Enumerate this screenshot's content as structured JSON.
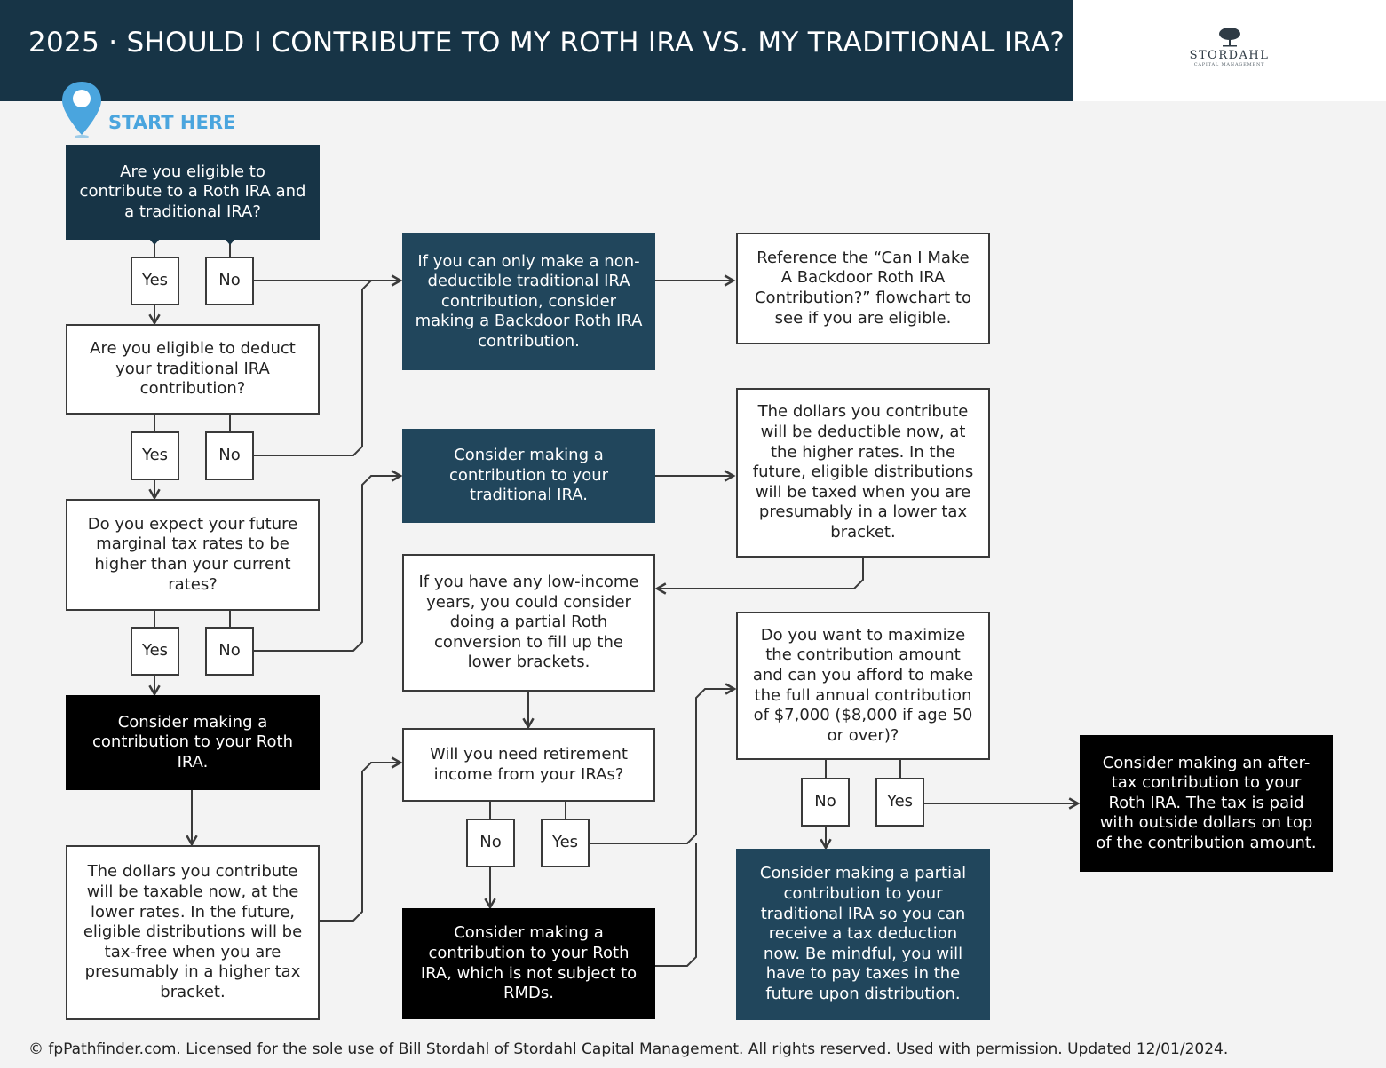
{
  "header": {
    "title": "2025 · SHOULD I CONTRIBUTE TO MY ROTH IRA VS. MY TRADITIONAL IRA?",
    "brand": "STORDAHL",
    "brand_sub": "CAPITAL MANAGEMENT"
  },
  "start_label": "START HERE",
  "colors": {
    "header": "#173446",
    "navy": "#173446",
    "teal": "#21465c",
    "black": "#000000",
    "accent": "#4aa5de",
    "background": "#f3f3f3"
  },
  "nodes": {
    "q1": "Are you eligible to contribute to a Roth IRA and a traditional IRA?",
    "q2": "Are you eligible to deduct your traditional IRA contribution?",
    "q3": "Do you expect your future marginal tax rates to be higher than your current rates?",
    "roth": "Consider making a contribution to your Roth IRA.",
    "roth_note": "The dollars you contribute will be taxable now, at the lower rates. In the future, eligible distributions will be tax-free when you are presumably in a higher tax bracket.",
    "backdoor": "If you can only make a non-deductible traditional IRA contribution, consider making a Backdoor Roth IRA contribution.",
    "backdoor_ref": "Reference the “Can I Make A Backdoor Roth IRA Contribution?” flowchart to see if you are eligible.",
    "trad": "Consider making a contribution to your traditional IRA.",
    "trad_note": "The dollars you contribute will be deductible now, at the higher rates. In the future, eligible distributions will be taxed when you are presumably in a lower tax bracket.",
    "low_income": "If you have any low-income years, you could consider doing a partial Roth conversion to fill up the lower brackets.",
    "need_income": "Will you need retirement income from your IRAs?",
    "roth_rmd": "Consider making a contribution to your Roth IRA, which is not subject to RMDs.",
    "maximize": "Do you want to maximize the contribution amount and can you afford to make the full annual contribution of $7,000 ($8,000 if age 50 or over)?",
    "partial": "Consider making a partial contribution to your traditional IRA so you can receive a tax deduction now. Be mindful, you will have to pay taxes in the future upon distribution.",
    "after_tax": "Consider making an after-tax contribution to your Roth IRA. The tax is paid with outside dollars on top of the contribution amount."
  },
  "options": {
    "yes": "Yes",
    "no": "No"
  },
  "footer": "© fpPathfinder.com. Licensed for the sole use of Bill Stordahl of Stordahl Capital Management. All rights reserved. Used with permission. Updated 12/01/2024."
}
